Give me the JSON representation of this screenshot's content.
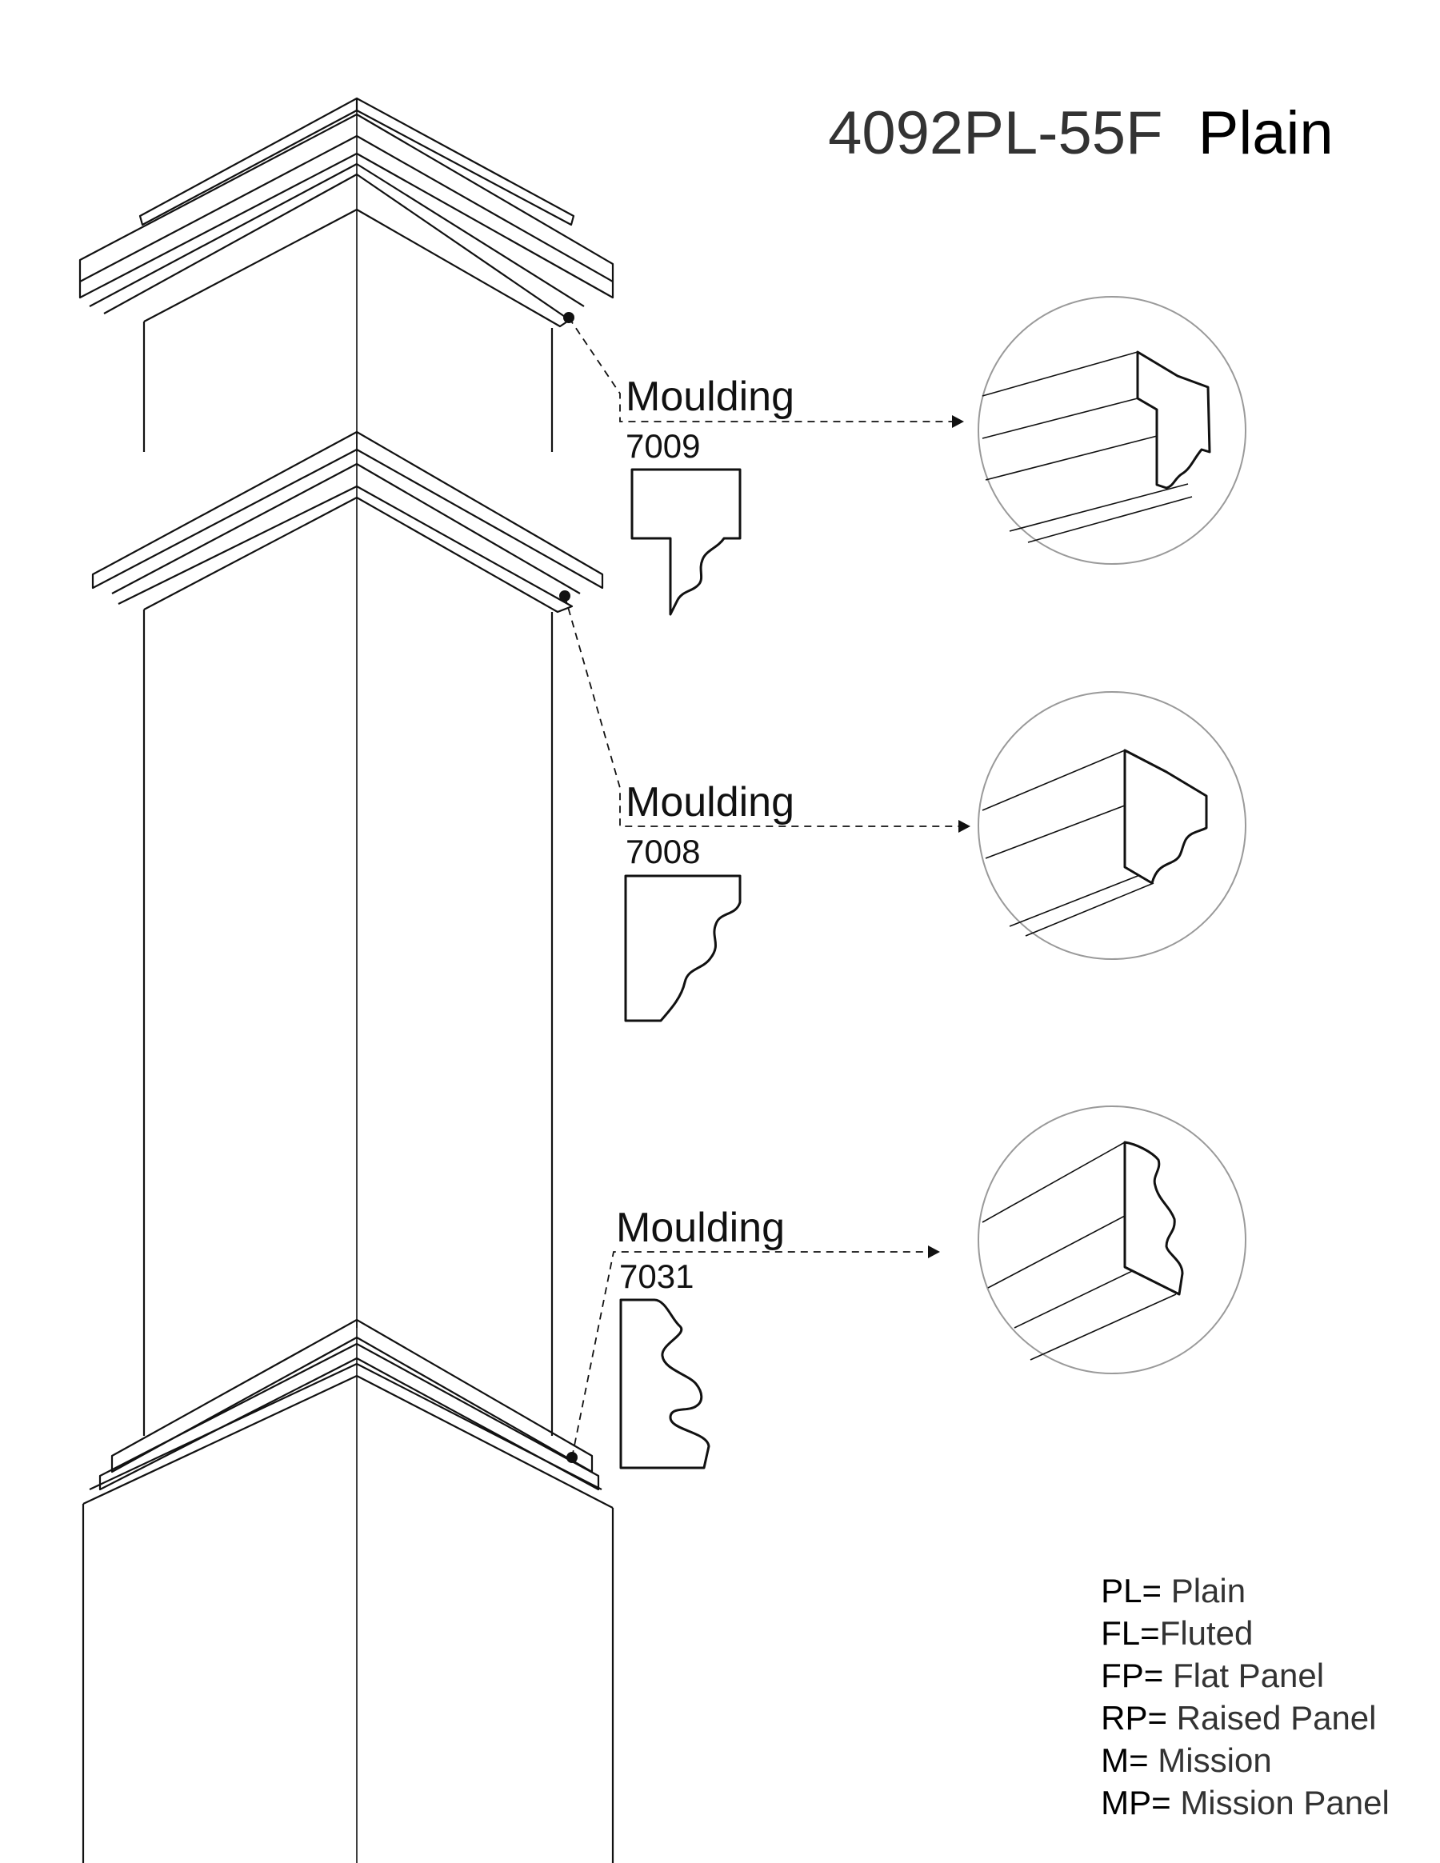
{
  "title": {
    "code": "4092PL-55F",
    "name": "Plain"
  },
  "mouldings": [
    {
      "label": "Moulding",
      "number": "7009"
    },
    {
      "label": "Moulding",
      "number": "7008"
    },
    {
      "label": "Moulding",
      "number": "7031"
    }
  ],
  "legend": [
    {
      "key": "PL=",
      "value": " Plain"
    },
    {
      "key": "FL=",
      "value": "Fluted"
    },
    {
      "key": "FP=",
      "value": " Flat Panel"
    },
    {
      "key": "RP=",
      "value": " Raised Panel"
    },
    {
      "key": "M=",
      "value": " Mission"
    },
    {
      "key": "MP=",
      "value": " Mission Panel"
    }
  ]
}
